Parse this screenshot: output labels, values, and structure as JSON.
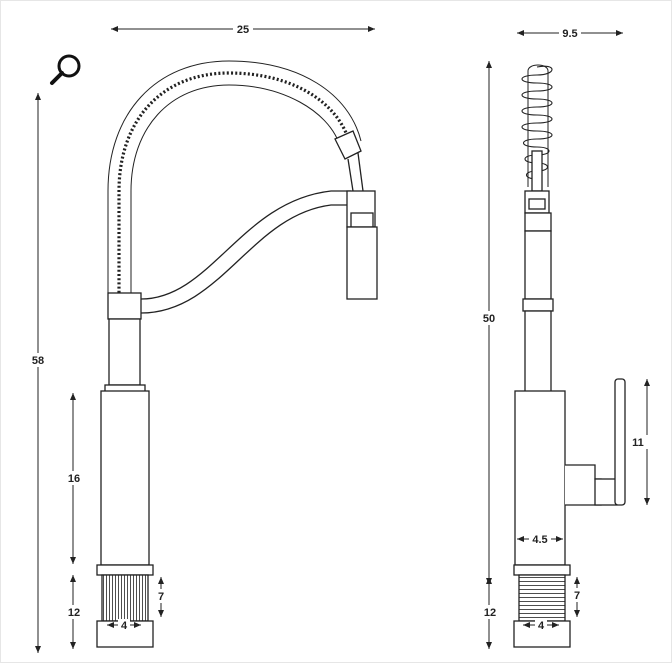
{
  "zoom_icon": "magnifier-icon",
  "colors": {
    "line": "#222222",
    "background": "#ffffff"
  },
  "front_view": {
    "overall_width": "25",
    "overall_height": "58",
    "body_height": "16",
    "base_height": "12",
    "thread_height": "7",
    "thread_width": "4"
  },
  "side_view": {
    "overall_width": "9.5",
    "overall_height": "50",
    "handle_height": "11",
    "body_width": "4.5",
    "base_height": "12",
    "thread_height": "7",
    "thread_width": "4"
  }
}
